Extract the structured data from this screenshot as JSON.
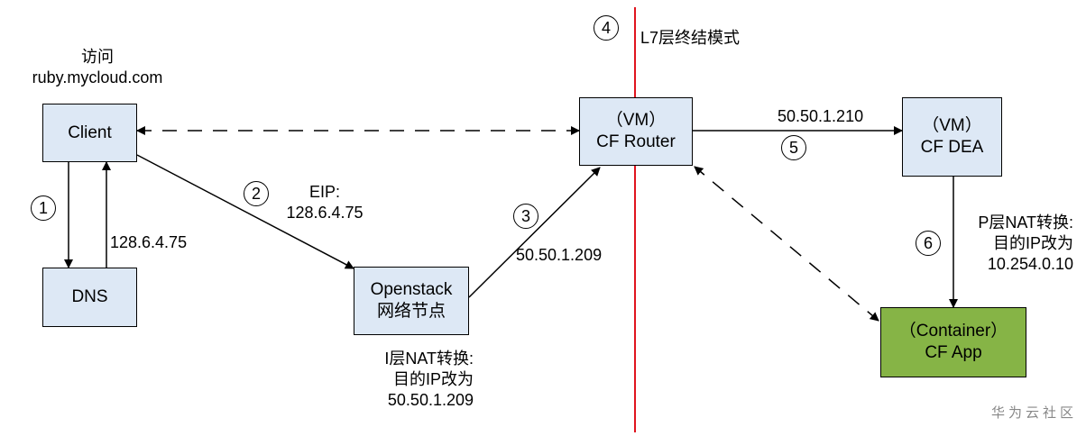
{
  "nodes": {
    "client": {
      "line1": "Client"
    },
    "dns": {
      "line1": "DNS"
    },
    "openstack": {
      "line1": "Openstack",
      "line2": "网络节点"
    },
    "cf_router": {
      "line1": "（VM）",
      "line2": "CF  Router"
    },
    "cf_dea": {
      "line1": "（VM）",
      "line2": "CF  DEA"
    },
    "cf_app": {
      "line1": "（Container）",
      "line2": "CF  App"
    }
  },
  "labels": {
    "access_1": "访问",
    "access_2": "ruby.mycloud.com",
    "dns_reply": "128.6.4.75",
    "eip_1": "EIP:",
    "eip_2": "128.6.4.75",
    "router_in": "50.50.1.209",
    "dea_in": "50.50.1.210",
    "l7_mode": "L7层终结模式",
    "nat_l_1": "I层NAT转换:",
    "nat_l_2": "目的IP改为",
    "nat_l_3": "50.50.1.209",
    "nat_r_1": "P层NAT转换:",
    "nat_r_2": "目的IP改为",
    "nat_r_3": "10.254.0.10"
  },
  "steps": [
    "1",
    "2",
    "3",
    "4",
    "5",
    "6"
  ],
  "watermark": "华为云社区",
  "colors": {
    "box_blue": "#dde8f5",
    "box_green": "#86b446",
    "divider": "#e0141e",
    "line": "#000000"
  }
}
